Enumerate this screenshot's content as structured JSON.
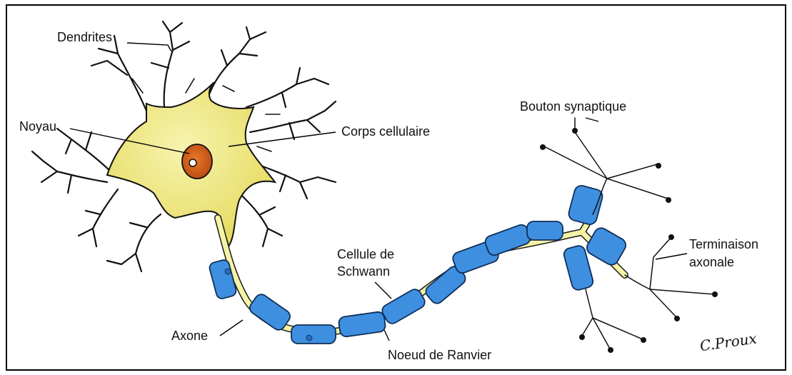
{
  "labels": {
    "dendrites": "Dendrites",
    "noyau": "Noyau",
    "corps": "Corps cellulaire",
    "bouton": "Bouton synaptique",
    "terminaison_1": "Terminaison",
    "terminaison_2": "axonale",
    "cellule_1": "Cellule de",
    "cellule_2": "Schwann",
    "axone": "Axone",
    "noeud": "Noeud de Ranvier"
  },
  "signature": "C.Proux",
  "colors": {
    "cell_body": "#f2ec8a",
    "nucleus": "#d65f1a",
    "schwann": "#3f8fe0",
    "axon_core": "#f6f3a6",
    "outline": "#111111"
  }
}
